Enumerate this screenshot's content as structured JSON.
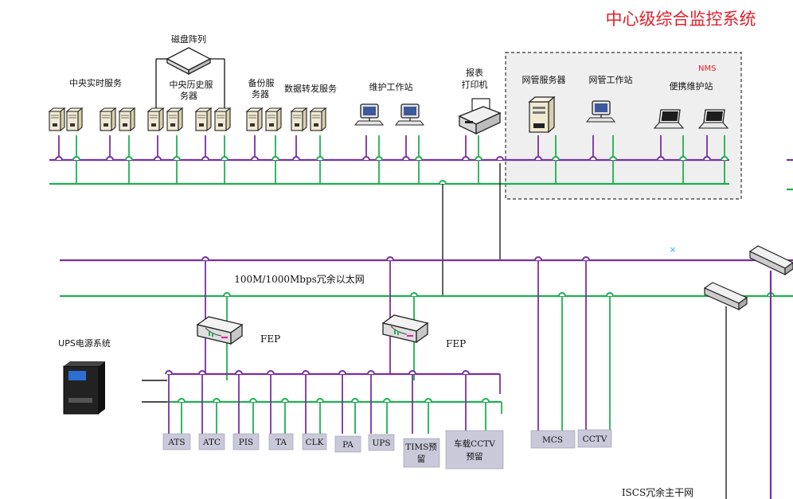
{
  "title": "中心级综合监控系统",
  "colors": {
    "title": "#e0202a",
    "purple": "#7a2fa0",
    "green": "#1fb050",
    "black": "#111111"
  },
  "servers": {
    "disk_array": "磁盘阵列",
    "central_realtime": "中央实时服务",
    "central_history_1": "中央历史服",
    "central_history_2": "务器",
    "backup_1": "备份服",
    "backup_2": "务器",
    "data_forward": "数据转发服务",
    "maintenance_ws": "维护工作站",
    "report_printer_1": "报表",
    "report_printer_2": "打印机"
  },
  "nms": {
    "tag": "NMS",
    "nm_server": "网管服务器",
    "nm_workstation": "网管工作站",
    "portable_ws": "便携维护站"
  },
  "network": {
    "ethernet": "100M/1000Mbps冗余以太网",
    "backbone": "ISCS冗余主干网"
  },
  "ups_label": "UPS电源系统",
  "fep_left": "FEP",
  "fep_right": "FEP",
  "subsystems": [
    "ATS",
    "ATC",
    "PIS",
    "TA",
    "CLK",
    "PA",
    "UPS"
  ],
  "tims": [
    "TIMS预",
    "留"
  ],
  "cctv_vehicle": [
    "车载CCTV",
    "预留"
  ],
  "mcs": "MCS",
  "cctv": "CCTV",
  "cross_mark": "×"
}
